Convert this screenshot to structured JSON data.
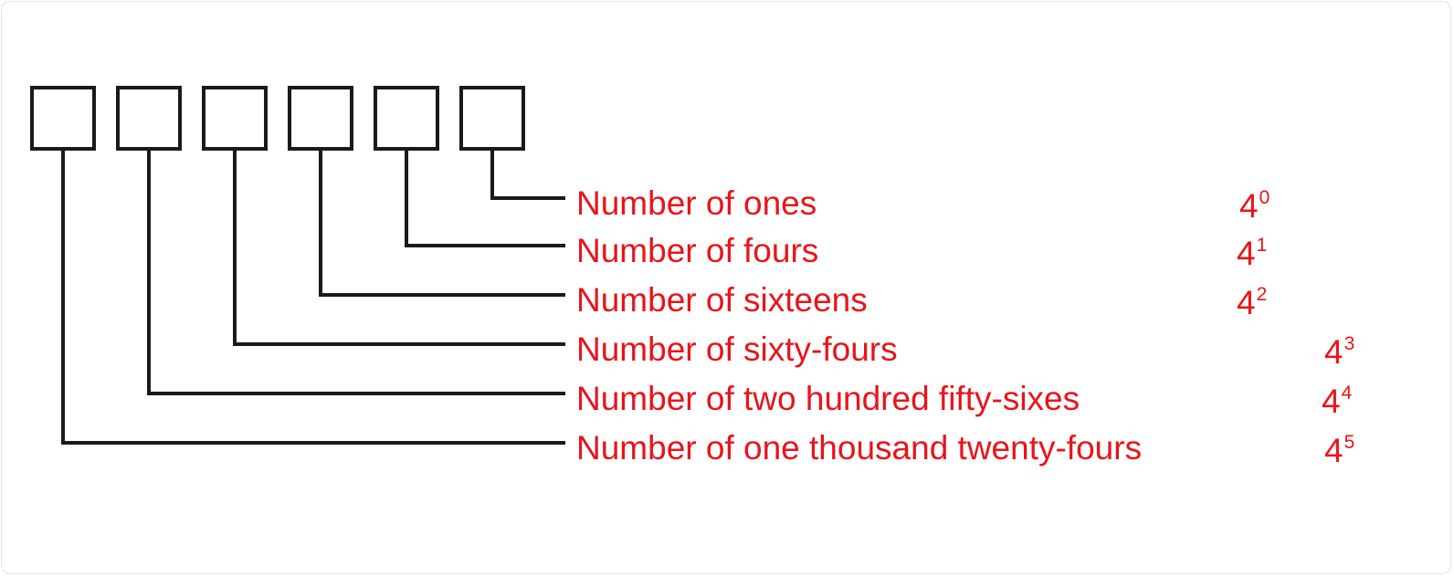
{
  "colors": {
    "ink": "#1a1a1a",
    "accent": "#e8141b"
  },
  "boxes": {
    "count": 6
  },
  "rows": [
    {
      "label": "Number of ones",
      "base": "4",
      "exponent": "0"
    },
    {
      "label": "Number of fours",
      "base": "4",
      "exponent": "1"
    },
    {
      "label": "Number of sixteens",
      "base": "4",
      "exponent": "2"
    },
    {
      "label": "Number of sixty-fours",
      "base": "4",
      "exponent": "3"
    },
    {
      "label": "Number of two hundred fifty-sixes",
      "base": "4",
      "exponent": "4"
    },
    {
      "label": "Number of one thousand twenty-fours",
      "base": "4",
      "exponent": "5"
    }
  ]
}
